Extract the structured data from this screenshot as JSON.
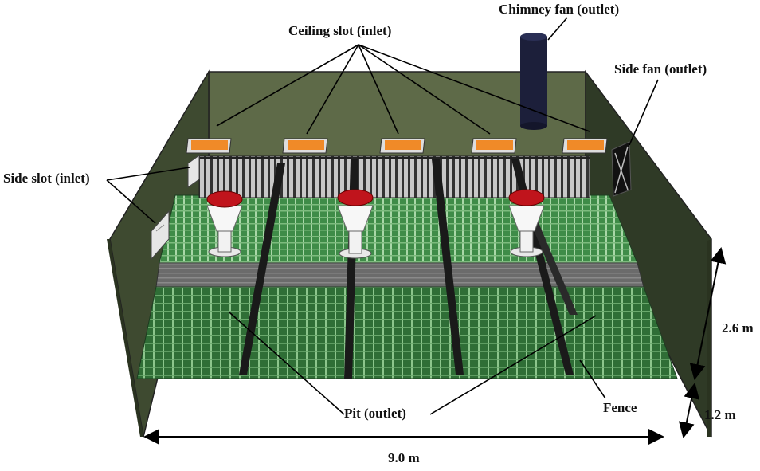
{
  "labels": {
    "chimney_fan": "Chimney fan (outlet)",
    "ceiling_slot": "Ceiling slot (inlet)",
    "side_fan": "Side fan (outlet)",
    "side_slot": "Side slot (inlet)",
    "pit": "Pit (outlet)",
    "fence": "Fence",
    "height_upper": "2.6 m",
    "height_lower": "1.2 m",
    "width": "9.0 m"
  },
  "colors": {
    "wall": "#3e4a30",
    "back_wall": "#5e6a48",
    "floor_slat": "#2f7a3a",
    "ceiling_slot": "#f08a28",
    "feeder_cap": "#c0141c",
    "fence": "#1a1a1a",
    "chimney": "#1c1f3a"
  }
}
